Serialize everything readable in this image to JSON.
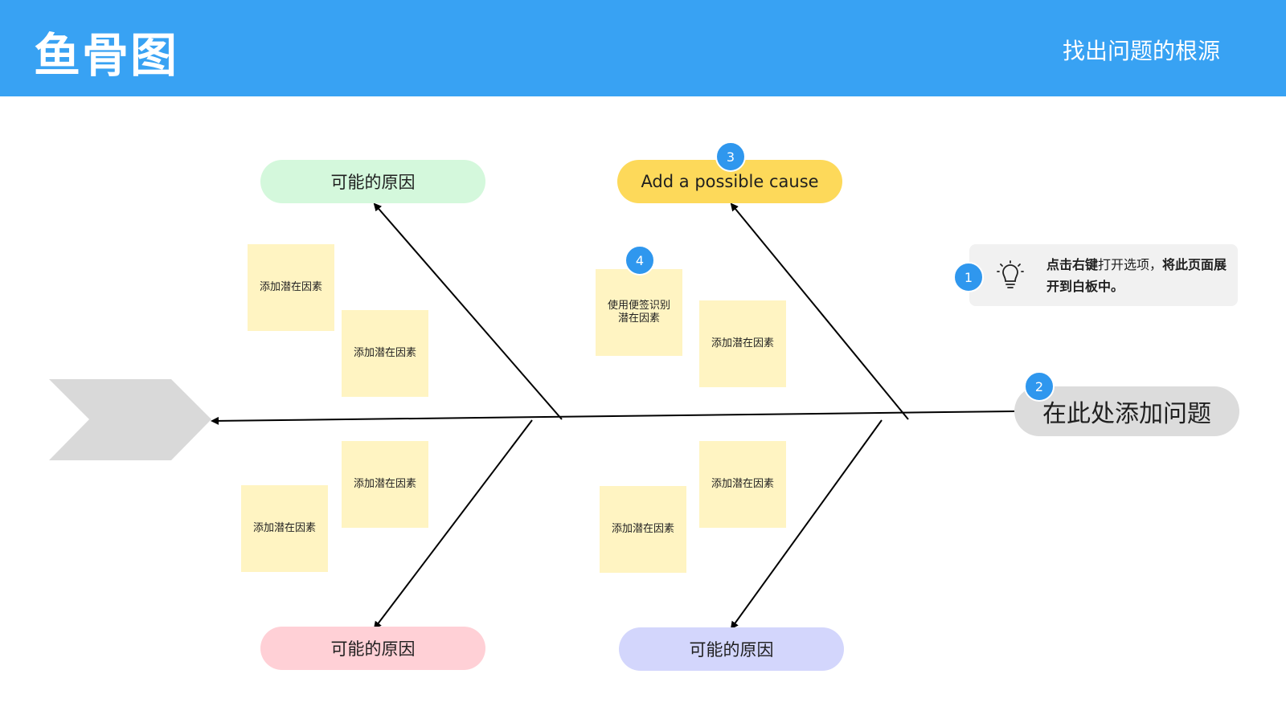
{
  "header": {
    "title": "鱼骨图",
    "subtitle": "找出问题的根源"
  },
  "problem": {
    "label": "在此处添加问题",
    "badge": "2"
  },
  "causes": {
    "top_left": "可能的原因",
    "top_right": "Add a possible cause",
    "top_right_badge": "3",
    "bottom_left": "可能的原因",
    "bottom_right": "可能的原因"
  },
  "stickies": {
    "tl_1": "添加潜在因素",
    "tl_2": "添加潜在因素",
    "tr_1": "使用便签识别\n潜在因素",
    "tr_1_badge": "4",
    "tr_2": "添加潜在因素",
    "bl_1": "添加潜在因素",
    "bl_2": "添加潜在因素",
    "br_1": "添加潜在因素",
    "br_2": "添加潜在因素"
  },
  "tip": {
    "badge": "1",
    "bold_1": "点击右键",
    "normal": "打开选项，",
    "bold_2": "将此页面展开到白板中。",
    "icon": "lightbulb-icon"
  },
  "colors": {
    "header": "#38a2f3",
    "badge": "#2f97ee",
    "cause_green": "#d4f8dc",
    "cause_yellow": "#fdd95a",
    "cause_pink": "#ffd0d6",
    "cause_violet": "#d3d6fc",
    "sticky": "#fff4c2",
    "problem": "#dcdcdc",
    "fish_head": "#d9d9d9"
  }
}
